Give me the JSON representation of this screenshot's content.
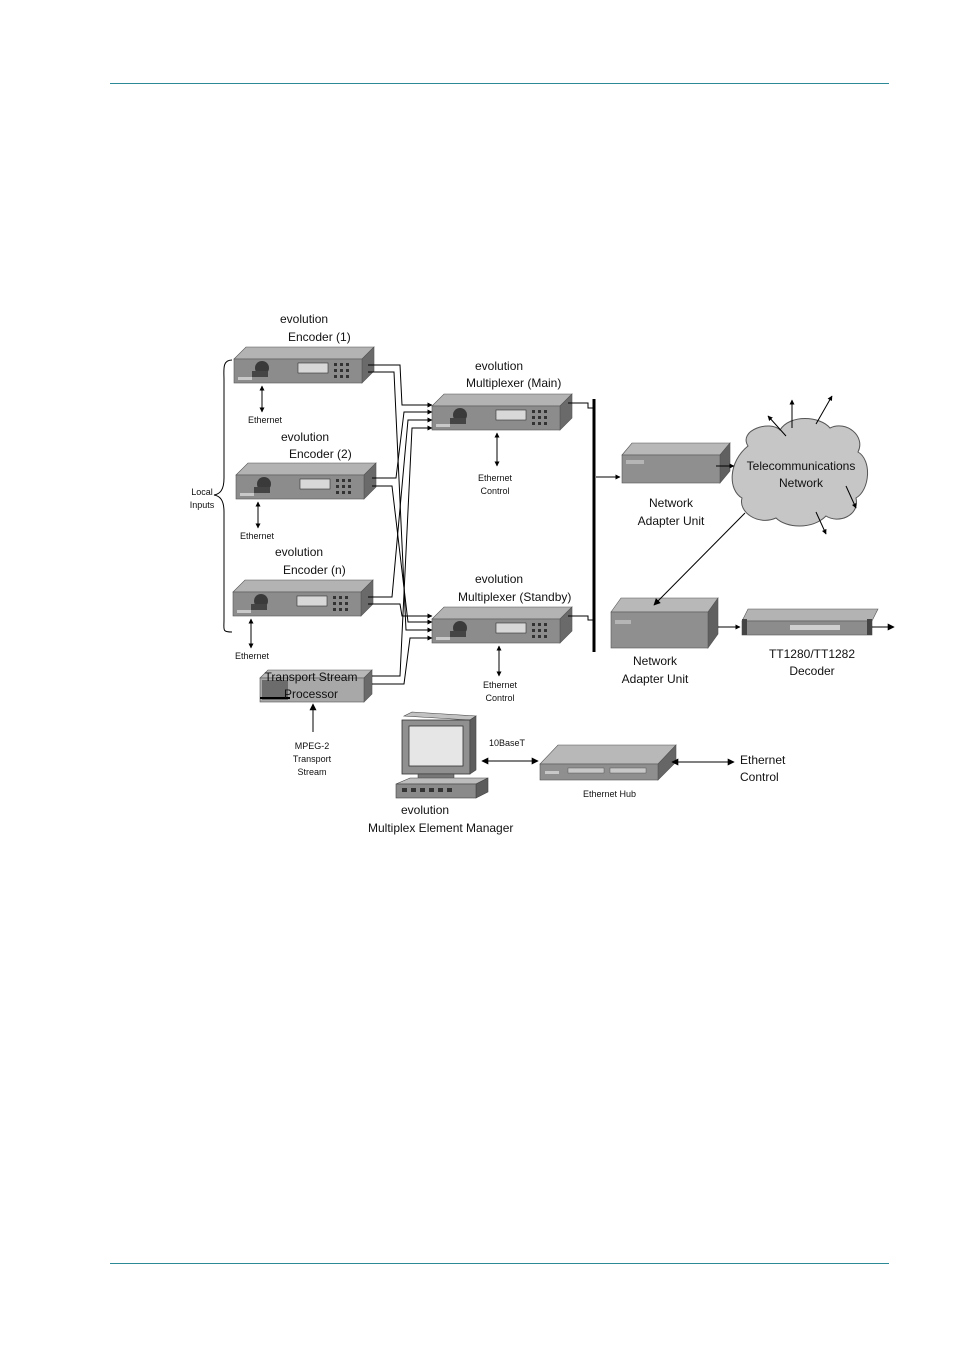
{
  "labels": {
    "encoder1_line1": "evolution",
    "encoder1_line2": "Encoder (1)",
    "encoder2_line1": "evolution",
    "encoder2_line2": "Encoder (2)",
    "encodern_line1": "evolution",
    "encodern_line2": "Encoder (n)",
    "ethernet": "Ethernet",
    "local_inputs_line1": "Local",
    "local_inputs_line2": "Inputs",
    "mux_main_line1": "evolution",
    "mux_main_line2": "Multiplexer (Main)",
    "mux_standby_line1": "evolution",
    "mux_standby_line2": "Multiplexer (Standby)",
    "ethernet_control_line1": "Ethernet",
    "ethernet_control_line2": "Control",
    "network_adapter_line1": "Network",
    "network_adapter_line2": "Adapter Unit",
    "telecom_line1": "Telecommunications",
    "telecom_line2": "Network",
    "decoder_line1": "TT1280/TT1282",
    "decoder_line2": "Decoder",
    "tsp_line1": "Transport Stream",
    "tsp_line2": "Processor",
    "mpeg_line1": "MPEG-2",
    "mpeg_line2": "Transport",
    "mpeg_line3": "Stream",
    "tenbaset": "10BaseT",
    "ethernet_hub": "Ethernet Hub",
    "manager_line1": "evolution",
    "manager_line2": "Multiplex Element Manager"
  },
  "colors": {
    "rule": "#2b8a96",
    "device_face": "#8a8a8a",
    "device_top": "#b0b0b0",
    "device_dark": "#5a5a5a",
    "cloud": "#c4c4c4"
  }
}
